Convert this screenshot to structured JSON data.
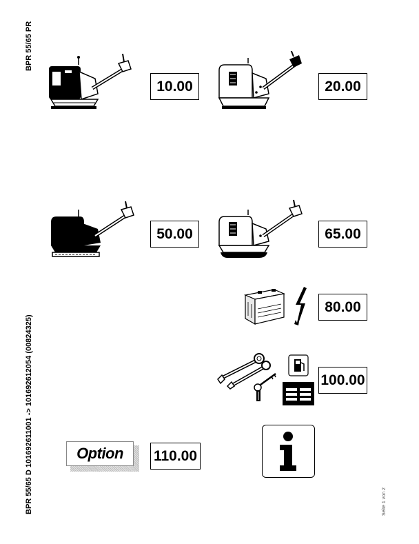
{
  "header": {
    "model_code": "BPR 55/65 PR"
  },
  "sidebar": {
    "serial_range": "BPR 55/65 D 101692611001  -> 101692612054 (00824325)"
  },
  "sections": [
    {
      "number": "10.00",
      "icon": "plate-compactor-engine-icon"
    },
    {
      "number": "20.00",
      "icon": "plate-compactor-hood-icon"
    },
    {
      "number": "50.00",
      "icon": "plate-compactor-filled-icon"
    },
    {
      "number": "65.00",
      "icon": "plate-compactor-baseplate-icon"
    },
    {
      "number": "80.00",
      "icon": "battery-lightning-icon"
    },
    {
      "number": "100.00",
      "icon": "tools-keys-fuel-icon"
    },
    {
      "number": "110.00",
      "icon": "option-label"
    }
  ],
  "option": {
    "label": "Option"
  },
  "footer": {
    "page_label": "Seite 1 von 2"
  }
}
